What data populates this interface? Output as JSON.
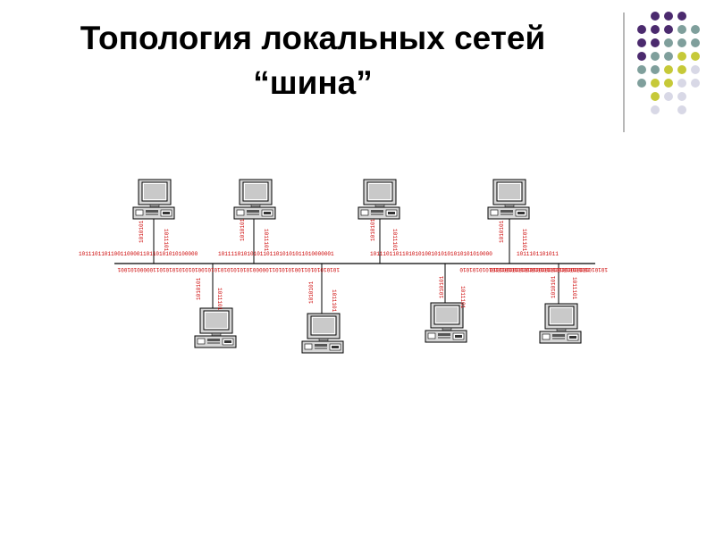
{
  "slide": {
    "title_line1": "Топология локальных сетей",
    "title_line2": "“шина”"
  },
  "colors": {
    "dot_purple": "#4b2a6e",
    "dot_teal": "#7f9f9c",
    "dot_yellow": "#c6c938",
    "dot_lavender": "#d8d8e6",
    "bus_line": "#000000",
    "bits_text": "#cc0000"
  },
  "icons": {
    "computer": "computer-icon"
  },
  "diagram": {
    "bus_row_labels": [
      "1011101101100110000110110101010100000",
      "101111010101011011010101011010000001",
      "10111011011010101001010101010101010000",
      "1011101101011"
    ],
    "bus_row_labels_lower": [
      "101010101011001010101100000101010101010101001010101010101100000101001",
      "1010101010101010101010101010101010101010101010",
      "1010101010101010101010101001010"
    ],
    "vertical_bits": [
      "1010101",
      "1011101"
    ]
  }
}
